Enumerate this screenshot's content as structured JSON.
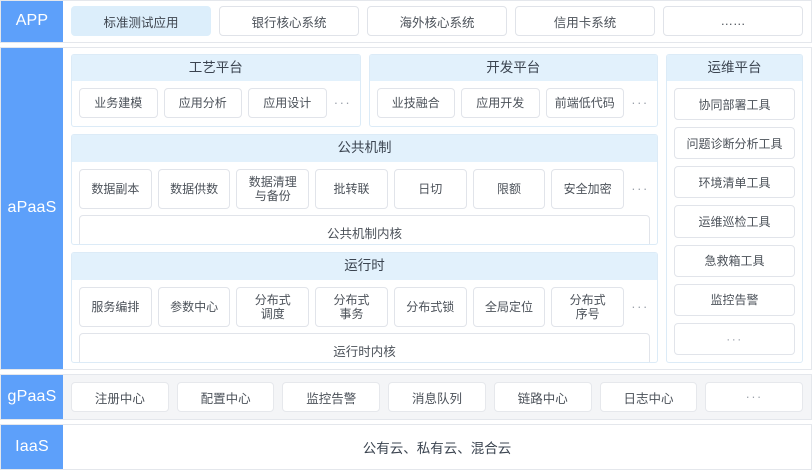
{
  "layers": {
    "app": {
      "label": "APP",
      "items": [
        {
          "text": "标准测试应用",
          "active": true
        },
        {
          "text": "银行核心系统",
          "active": false
        },
        {
          "text": "海外核心系统",
          "active": false
        },
        {
          "text": "信用卡系统",
          "active": false
        },
        {
          "text": "……",
          "active": false
        }
      ]
    },
    "apaas": {
      "label": "aPaaS",
      "craft_platform": {
        "title": "工艺平台",
        "chips": [
          "业务建模",
          "应用分析",
          "应用设计"
        ],
        "more": "···"
      },
      "dev_platform": {
        "title": "开发平台",
        "chips": [
          "业技融合",
          "应用开发",
          "前端低代码"
        ],
        "more": "···"
      },
      "common_mechanism": {
        "title": "公共机制",
        "chips": [
          "数据副本",
          "数据供数",
          "数据清理\n与备份",
          "批转联",
          "日切",
          "限额",
          "安全加密"
        ],
        "more": "···",
        "kernel": "公共机制内核"
      },
      "runtime": {
        "title": "运行时",
        "chips": [
          "服务编排",
          "参数中心",
          "分布式\n调度",
          "分布式\n事务",
          "分布式锁",
          "全局定位",
          "分布式\n序号"
        ],
        "more": "···",
        "kernel": "运行时内核"
      },
      "ops_platform": {
        "title": "运维平台",
        "chips": [
          "协同部署工具",
          "问题诊断分析工具",
          "环境清单工具",
          "运维巡检工具",
          "急救箱工具",
          "监控告警"
        ],
        "more": "···"
      }
    },
    "gpaas": {
      "label": "gPaaS",
      "items": [
        "注册中心",
        "配置中心",
        "监控告警",
        "消息队列",
        "链路中心",
        "日志中心"
      ],
      "more": "···"
    },
    "iaas": {
      "label": "IaaS",
      "text": "公有云、私有云、混合云"
    }
  },
  "colors": {
    "band_label_blue": "#5DA0FA",
    "panel_header_blue": "#E2F1FC",
    "active_chip_blue": "#DCEEFB",
    "chip_border": "#e1e4ea",
    "text": "#4b5159"
  }
}
